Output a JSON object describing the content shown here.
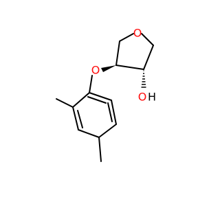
{
  "molecule": {
    "atoms": {
      "ring_oxygen": "O",
      "ether_oxygen": "O",
      "hydroxyl_oxygen": "O",
      "hydroxyl_hydrogen": "H"
    },
    "colors": {
      "bond": "#000000",
      "oxygen": "#ff0d0d",
      "hydrogen": "#000000",
      "background": "#ffffff"
    }
  }
}
